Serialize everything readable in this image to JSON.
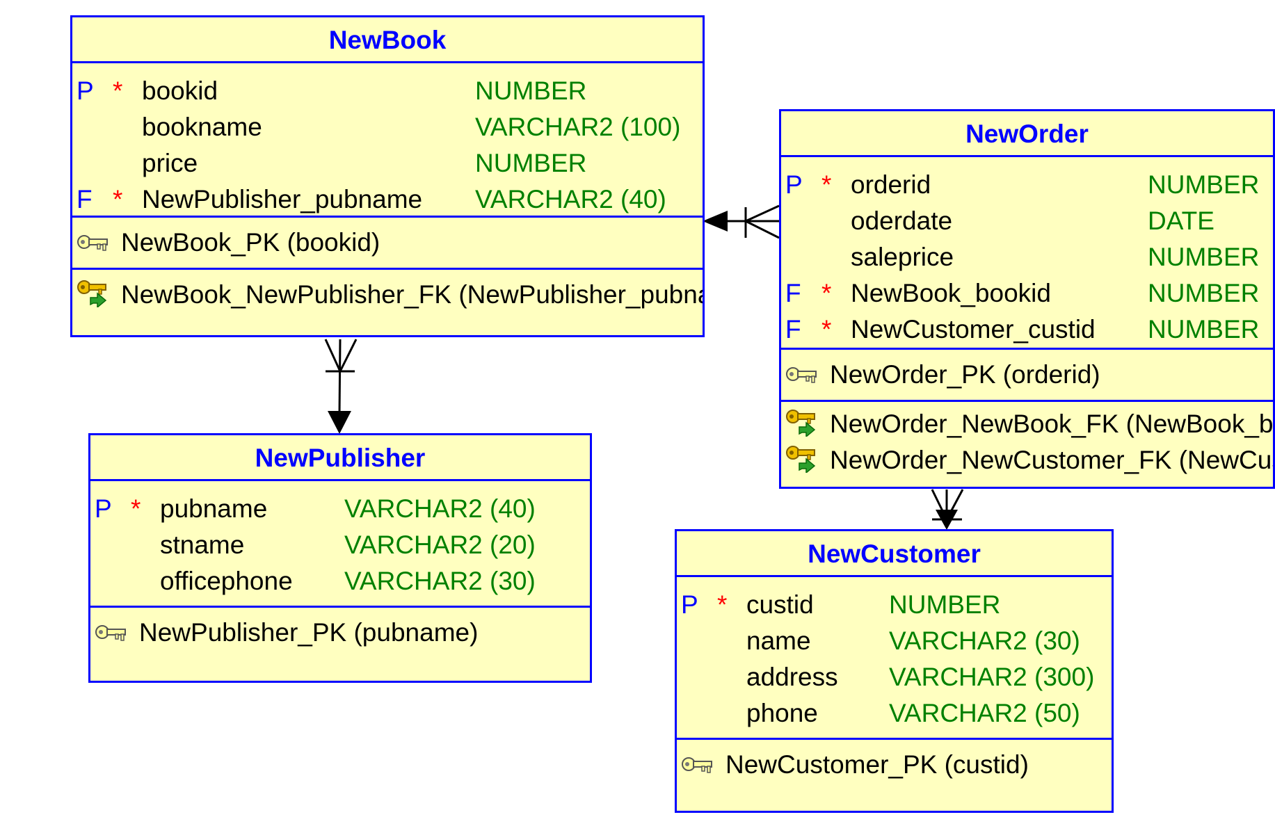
{
  "entities": {
    "newbook": {
      "title": "NewBook",
      "columns": [
        {
          "flag": "P",
          "req": "*",
          "name": "bookid",
          "type": "NUMBER"
        },
        {
          "flag": "",
          "req": "",
          "name": "bookname",
          "type": "VARCHAR2 (100)"
        },
        {
          "flag": "",
          "req": "",
          "name": "price",
          "type": "NUMBER"
        },
        {
          "flag": "F",
          "req": "*",
          "name": "NewPublisher_pubname",
          "type": "VARCHAR2 (40)"
        }
      ],
      "pk": "NewBook_PK (bookid)",
      "fks": [
        "NewBook_NewPublisher_FK (NewPublisher_pubname)"
      ]
    },
    "neworder": {
      "title": "NewOrder",
      "columns": [
        {
          "flag": "P",
          "req": "*",
          "name": "orderid",
          "type": "NUMBER"
        },
        {
          "flag": "",
          "req": "",
          "name": "oderdate",
          "type": "DATE"
        },
        {
          "flag": "",
          "req": "",
          "name": "saleprice",
          "type": "NUMBER"
        },
        {
          "flag": "F",
          "req": "*",
          "name": "NewBook_bookid",
          "type": "NUMBER"
        },
        {
          "flag": "F",
          "req": "*",
          "name": "NewCustomer_custid",
          "type": "NUMBER"
        }
      ],
      "pk": "NewOrder_PK (orderid)",
      "fks": [
        "NewOrder_NewBook_FK (NewBook_bookid)",
        "NewOrder_NewCustomer_FK (NewCustomer_custid)"
      ]
    },
    "newpublisher": {
      "title": "NewPublisher",
      "columns": [
        {
          "flag": "P",
          "req": "*",
          "name": "pubname",
          "type": "VARCHAR2 (40)"
        },
        {
          "flag": "",
          "req": "",
          "name": "stname",
          "type": "VARCHAR2 (20)"
        },
        {
          "flag": "",
          "req": "",
          "name": "officephone",
          "type": "VARCHAR2 (30)"
        }
      ],
      "pk": "NewPublisher_PK (pubname)",
      "fks": []
    },
    "newcustomer": {
      "title": "NewCustomer",
      "columns": [
        {
          "flag": "P",
          "req": "*",
          "name": "custid",
          "type": "NUMBER"
        },
        {
          "flag": "",
          "req": "",
          "name": "name",
          "type": "VARCHAR2 (30)"
        },
        {
          "flag": "",
          "req": "",
          "name": "address",
          "type": "VARCHAR2 (300)"
        },
        {
          "flag": "",
          "req": "",
          "name": "phone",
          "type": "VARCHAR2 (50)"
        }
      ],
      "pk": "NewCustomer_PK (custid)",
      "fks": []
    }
  },
  "colors": {
    "entity_fill": "#ffffc0",
    "entity_border": "#0000ff",
    "title": "#0000ff",
    "flag": "#0000ff",
    "required": "#ff0000",
    "column_name": "#000000",
    "column_type": "#008000",
    "relationship_line": "#000000"
  },
  "icons": {
    "primary_key": "pk-key-icon",
    "foreign_key": "fk-key-icon"
  }
}
